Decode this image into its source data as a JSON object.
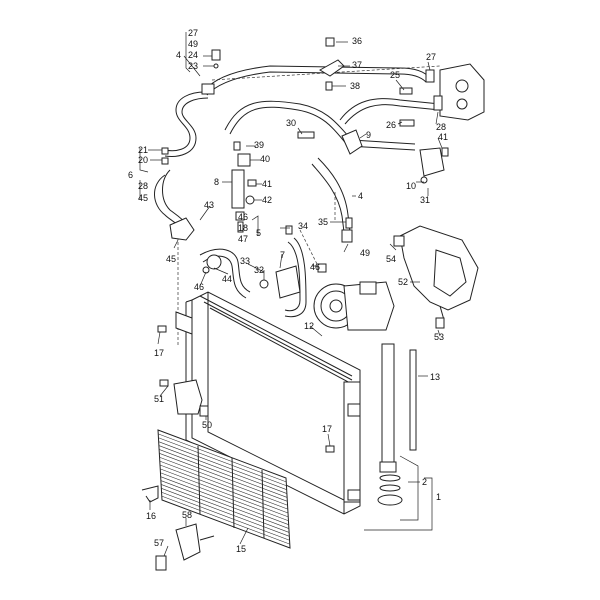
{
  "callouts": [
    {
      "id": "c27a",
      "text": "27"
    },
    {
      "id": "c49a",
      "text": "49"
    },
    {
      "id": "c24",
      "text": "24"
    },
    {
      "id": "c23",
      "text": "23"
    },
    {
      "id": "c4a",
      "text": "4"
    },
    {
      "id": "c36",
      "text": "36"
    },
    {
      "id": "c37",
      "text": "37"
    },
    {
      "id": "c38",
      "text": "38"
    },
    {
      "id": "c27b",
      "text": "27"
    },
    {
      "id": "c25",
      "text": "25"
    },
    {
      "id": "c30",
      "text": "30"
    },
    {
      "id": "c9",
      "text": "9"
    },
    {
      "id": "c26",
      "text": "26"
    },
    {
      "id": "c28",
      "text": "28"
    },
    {
      "id": "c41a",
      "text": "41"
    },
    {
      "id": "c21",
      "text": "21"
    },
    {
      "id": "c20",
      "text": "20"
    },
    {
      "id": "c6",
      "text": "6"
    },
    {
      "id": "c28b",
      "text": "28"
    },
    {
      "id": "c45a",
      "text": "45"
    },
    {
      "id": "c39",
      "text": "39"
    },
    {
      "id": "c40",
      "text": "40"
    },
    {
      "id": "c8",
      "text": "8"
    },
    {
      "id": "c41b",
      "text": "41"
    },
    {
      "id": "c42",
      "text": "42"
    },
    {
      "id": "c4b",
      "text": "4"
    },
    {
      "id": "c10",
      "text": "10"
    },
    {
      "id": "c31",
      "text": "31"
    },
    {
      "id": "c43",
      "text": "43"
    },
    {
      "id": "c46a",
      "text": "46"
    },
    {
      "id": "c18",
      "text": "18"
    },
    {
      "id": "c47",
      "text": "47"
    },
    {
      "id": "c5",
      "text": "5"
    },
    {
      "id": "c34",
      "text": "34"
    },
    {
      "id": "c35",
      "text": "35"
    },
    {
      "id": "c49b",
      "text": "49"
    },
    {
      "id": "c45b",
      "text": "45"
    },
    {
      "id": "c44",
      "text": "44"
    },
    {
      "id": "c33",
      "text": "33"
    },
    {
      "id": "c7",
      "text": "7"
    },
    {
      "id": "c46b",
      "text": "46"
    },
    {
      "id": "c32",
      "text": "32"
    },
    {
      "id": "c46c",
      "text": "46"
    },
    {
      "id": "c54",
      "text": "54"
    },
    {
      "id": "c52",
      "text": "52"
    },
    {
      "id": "c12",
      "text": "12"
    },
    {
      "id": "c53",
      "text": "53"
    },
    {
      "id": "c17a",
      "text": "17"
    },
    {
      "id": "c13",
      "text": "13"
    },
    {
      "id": "c51",
      "text": "51"
    },
    {
      "id": "c50",
      "text": "50"
    },
    {
      "id": "c17b",
      "text": "17"
    },
    {
      "id": "c2",
      "text": "2"
    },
    {
      "id": "c1",
      "text": "1"
    },
    {
      "id": "c16",
      "text": "16"
    },
    {
      "id": "c58",
      "text": "58"
    },
    {
      "id": "c15",
      "text": "15"
    },
    {
      "id": "c57",
      "text": "57"
    }
  ]
}
